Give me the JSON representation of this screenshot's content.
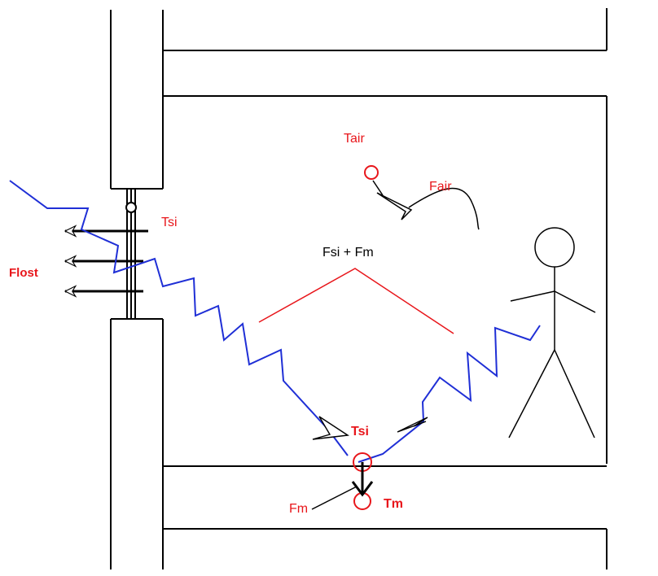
{
  "diagram": {
    "labels": {
      "tair": "Tair",
      "fair": "Fair",
      "tsi_top": "Tsi",
      "fsi_fm": "Fsi + Fm",
      "flost": "Flost",
      "tsi_bottom": "Tsi",
      "fm": "Fm",
      "tm": "Tm"
    },
    "colors": {
      "label_red": "#e8161b",
      "flow_blue": "#1f2fd6",
      "structure": "#000000"
    }
  }
}
